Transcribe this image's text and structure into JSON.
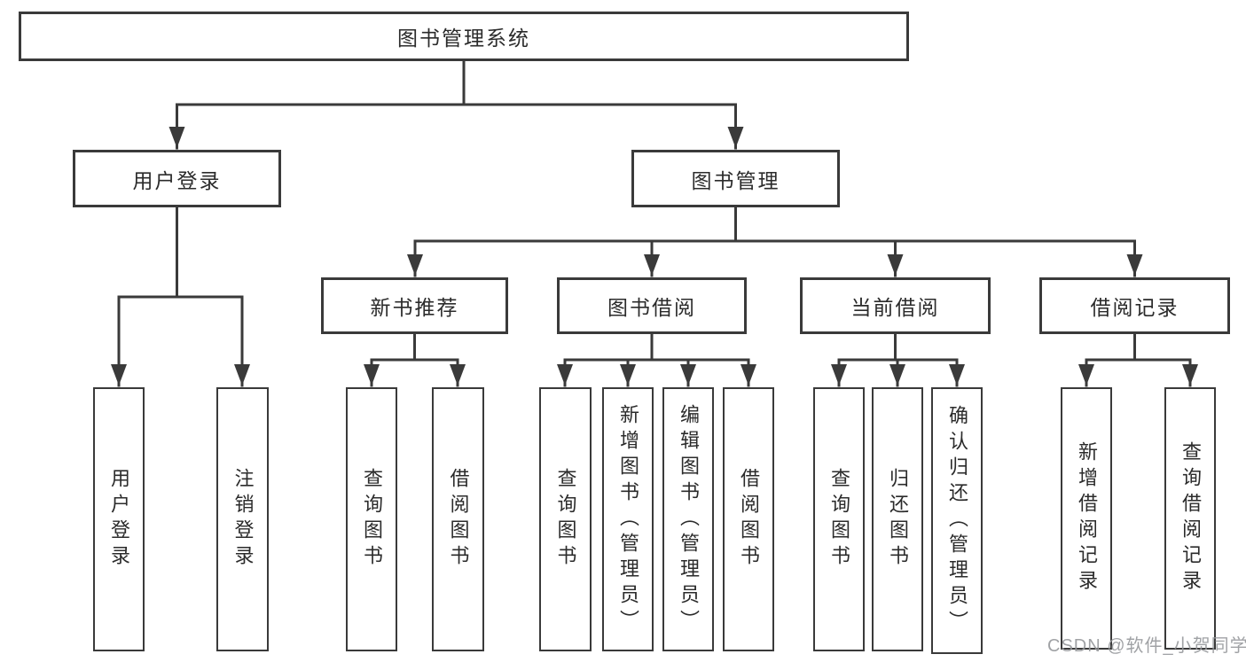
{
  "diagram_title": "图书管理系统",
  "tree": {
    "label": "图书管理系统",
    "children": [
      {
        "label": "用户登录",
        "children": [
          {
            "label": "用户登录"
          },
          {
            "label": "注销登录"
          }
        ]
      },
      {
        "label": "图书管理",
        "children": [
          {
            "label": "新书推荐",
            "children": [
              {
                "label": "查询图书"
              },
              {
                "label": "借阅图书"
              }
            ]
          },
          {
            "label": "图书借阅",
            "children": [
              {
                "label": "查询图书"
              },
              {
                "label": "新增图书（管理员）"
              },
              {
                "label": "编辑图书（管理员）"
              },
              {
                "label": "借阅图书"
              }
            ]
          },
          {
            "label": "当前借阅",
            "children": [
              {
                "label": "查询图书"
              },
              {
                "label": "归还图书"
              },
              {
                "label": "确认归还（管理员）"
              }
            ]
          },
          {
            "label": "借阅记录",
            "children": [
              {
                "label": "新增借阅记录"
              },
              {
                "label": "查询借阅记录"
              }
            ]
          }
        ]
      }
    ]
  },
  "watermark": {
    "text": "CSDN @软件_小贺同学"
  },
  "colors": {
    "line": "#3a3a3a",
    "box_border": "#3a3a3a",
    "text": "#2b2b2b",
    "watermark": "#96989b",
    "background": "#ffffff"
  }
}
